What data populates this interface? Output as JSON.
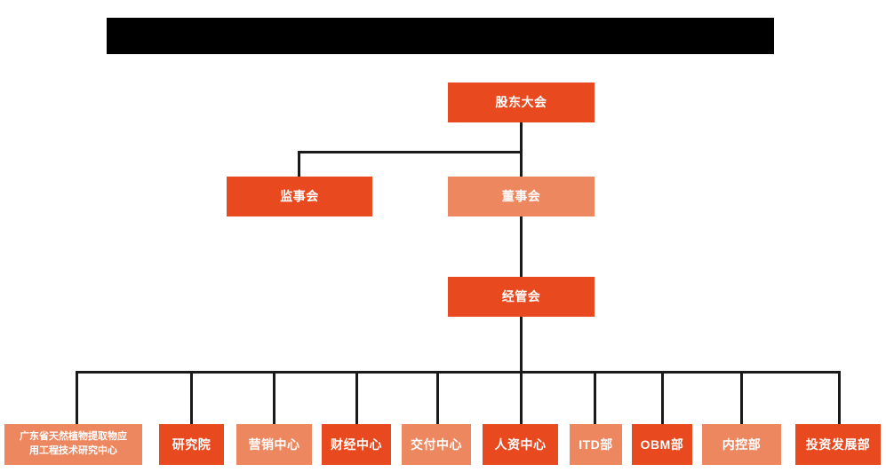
{
  "diagram": {
    "title_bar": {
      "name": "redacted-title-bar",
      "text": "",
      "color": "#000000"
    },
    "colors": {
      "primary_dark_orange": "#E8491E",
      "secondary_light_orange": "#ED8760",
      "connector_line": "#1a1a1a",
      "background": "#ffffff",
      "text": "#ffffff"
    },
    "levels": [
      {
        "level": 1,
        "nodes": [
          {
            "id": "shareholders-meeting",
            "label": "股东大会",
            "shade": "dark"
          }
        ]
      },
      {
        "level": 2,
        "nodes": [
          {
            "id": "board-of-supervisors",
            "label": "监事会",
            "shade": "dark"
          },
          {
            "id": "board-of-directors",
            "label": "董事会",
            "shade": "light"
          }
        ]
      },
      {
        "level": 3,
        "nodes": [
          {
            "id": "management-committee",
            "label": "经管会",
            "shade": "dark"
          }
        ]
      },
      {
        "level": 4,
        "nodes": [
          {
            "id": "guangdong-research-center",
            "label_line1": "广东省天然植物提取物应",
            "label_line2": "用工程技术研究中心",
            "shade": "light"
          },
          {
            "id": "research-institute",
            "label": "研究院",
            "shade": "dark"
          },
          {
            "id": "marketing-center",
            "label": "营销中心",
            "shade": "light"
          },
          {
            "id": "finance-center",
            "label": "财经中心",
            "shade": "dark"
          },
          {
            "id": "delivery-center",
            "label": "交付中心",
            "shade": "light"
          },
          {
            "id": "hr-center",
            "label": "人资中心",
            "shade": "dark"
          },
          {
            "id": "itd-department",
            "label": "ITD部",
            "shade": "light"
          },
          {
            "id": "obm-department",
            "label": "OBM部",
            "shade": "dark"
          },
          {
            "id": "internal-control-department",
            "label": "内控部",
            "shade": "light"
          },
          {
            "id": "investment-development-department",
            "label": "投资发展部",
            "shade": "dark"
          }
        ]
      }
    ]
  }
}
